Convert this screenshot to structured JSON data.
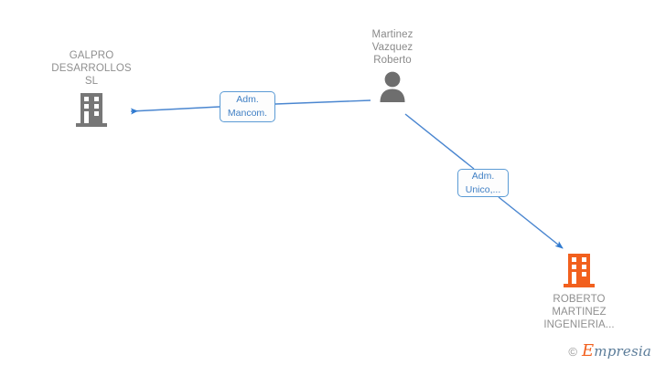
{
  "diagram": {
    "type": "company-relationship-graph",
    "background": "#ffffff",
    "colors": {
      "company_gray": "#777777",
      "company_orange": "#f2601e",
      "person_gray": "#6e6e6e",
      "edge_blue": "#4a86d0",
      "label_text": "#8a8a8a",
      "edge_label_text": "#3f7fc4"
    },
    "nodes": [
      {
        "id": "galpro",
        "kind": "company",
        "icon": "building-icon",
        "color": "#777777",
        "label": "GALPRO\nDESARROLLOS\nSL"
      },
      {
        "id": "person",
        "kind": "person",
        "icon": "person-icon",
        "color": "#6e6e6e",
        "label": "Martinez\nVazquez\nRoberto"
      },
      {
        "id": "roberto-martinez",
        "kind": "company",
        "icon": "building-icon",
        "color": "#f2601e",
        "label": "ROBERTO\nMARTINEZ\nINGENIERIA..."
      }
    ],
    "edges": [
      {
        "id": "edge-mancom",
        "from": "person",
        "to": "galpro",
        "label": "Adm.\nMancom.",
        "direction": "to-galpro"
      },
      {
        "id": "edge-unico",
        "from": "person",
        "to": "roberto-martinez",
        "label": "Adm.\nUnico,...",
        "direction": "to-roberto-martinez"
      }
    ]
  },
  "watermark": {
    "copyright": "©",
    "brand_initial": "E",
    "brand_rest": "mpresia"
  }
}
